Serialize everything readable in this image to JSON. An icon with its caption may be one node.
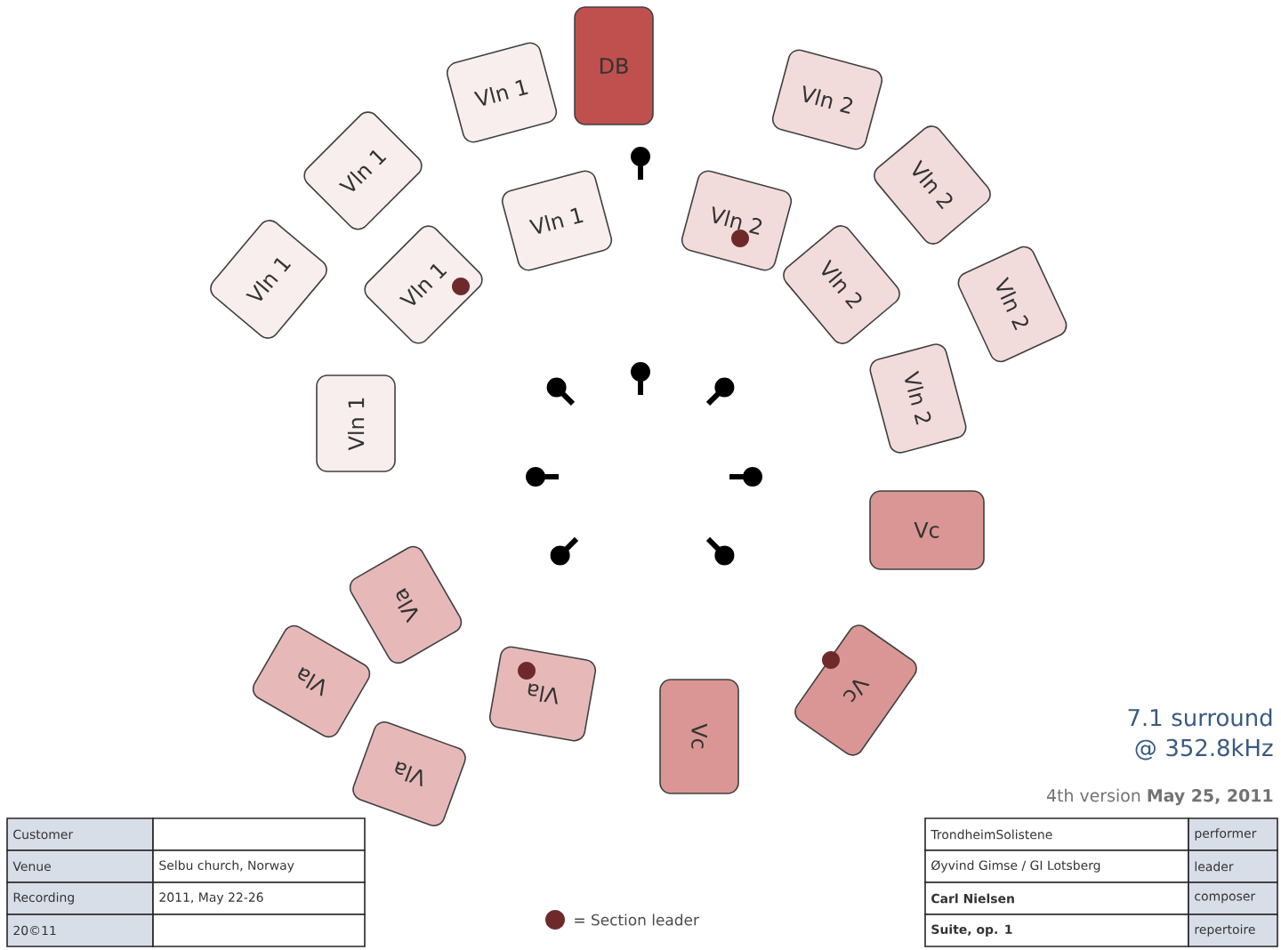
{
  "diagram": {
    "nodes": [
      {
        "text": [
          "DB"
        ]
      },
      {
        "text": [
          "Vln 1"
        ]
      },
      {
        "text": [
          "Vln 2"
        ]
      },
      {
        "text": [
          "Vln 1"
        ]
      },
      {
        "text": [
          "Vln 1"
        ]
      },
      {
        "text": [
          "Vln 2"
        ]
      },
      {
        "text": [
          "Vln 2"
        ]
      },
      {
        "text": [
          "Vln 1"
        ]
      },
      {
        "text": [
          "Vln 1"
        ]
      },
      {
        "text": [
          "Vln 2"
        ]
      },
      {
        "text": [
          "Vln 2"
        ]
      },
      {
        "text": [
          "Vln 1"
        ]
      },
      {
        "text": [
          "Vln 2"
        ]
      },
      {
        "text": [
          "Vc"
        ]
      },
      {
        "text": [
          "Vla"
        ]
      },
      {
        "text": [
          "Vla"
        ]
      },
      {
        "text": [
          "Vc"
        ]
      },
      {
        "text": [
          "Vla"
        ]
      },
      {
        "text": [
          "Vc"
        ]
      },
      {
        "text": [
          "Vla"
        ]
      }
    ],
    "labels": [
      "7.1 surround @ 352.8kHz",
      "4th version **May 25, 2011**",
      "Customer",
      "Venue",
      "Selbu church, Norway",
      "Recording",
      "2011, May 22-26",
      "20©11",
      "TrondheimSolistene",
      "performer",
      "Øyvind Gimse / GI Lotsberg",
      "leader",
      "Carl Nielsen",
      "composer",
      "Suite, op. 1",
      "repertoire"
    ],
    "legend": [
      {
        "text": "= Section leader",
        "color": "#6e2a2a"
      }
    ]
  }
}
